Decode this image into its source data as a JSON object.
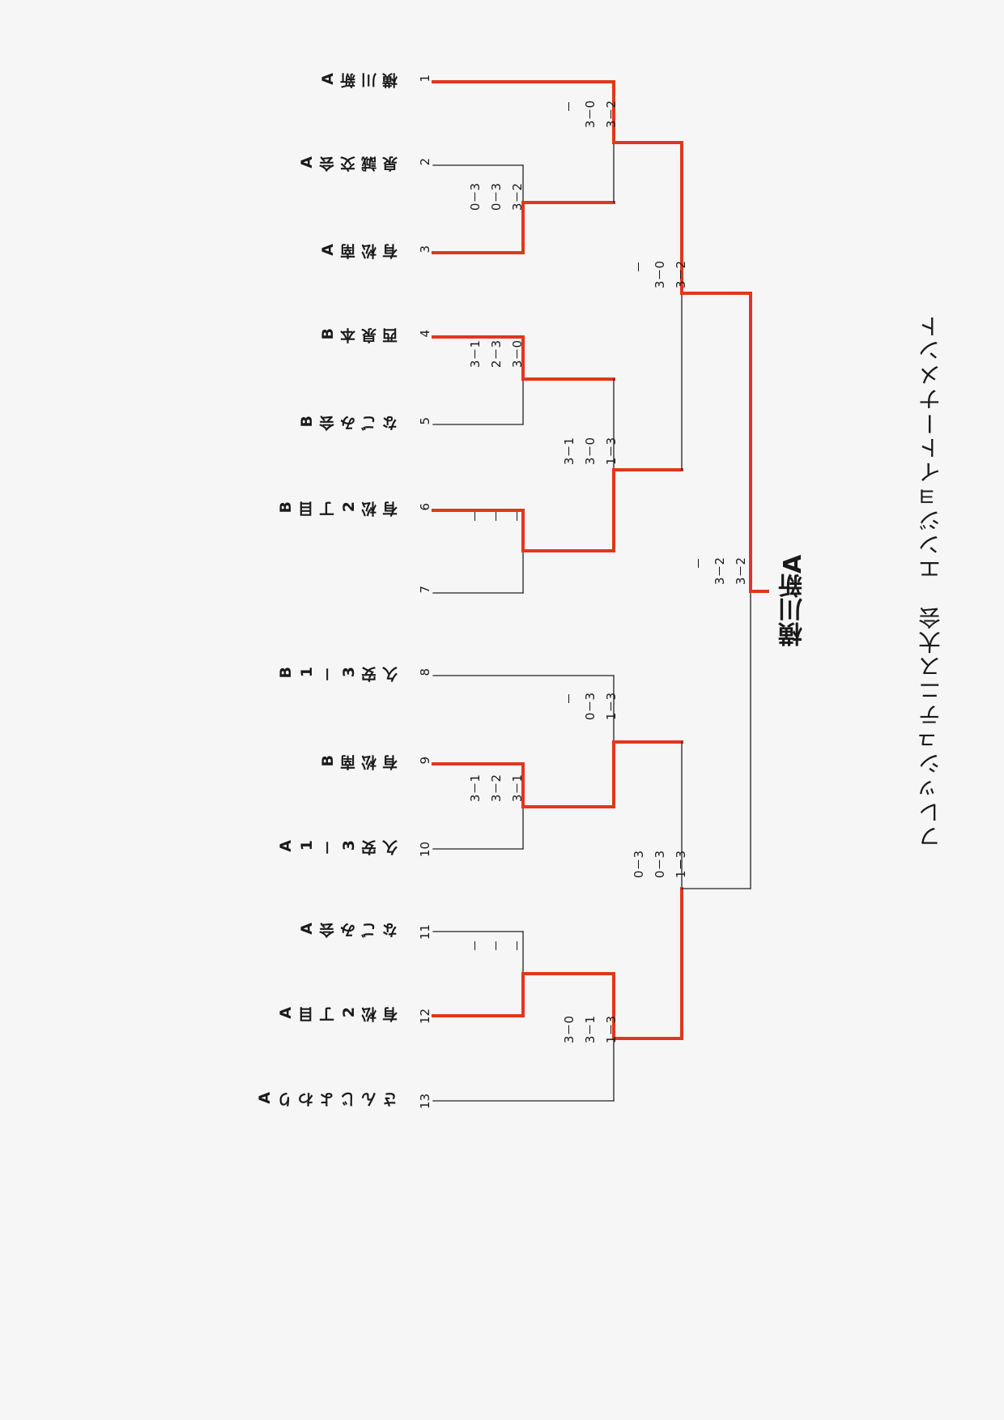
{
  "title": "フレッシュテニス大会　エンジョイトーナメント",
  "champion": "横川新A",
  "colors": {
    "winner_line": "#e0381b",
    "line": "#222222",
    "champion_text": "#e0381b"
  },
  "teams": [
    {
      "no": "1",
      "name": [
        "横",
        "川",
        "新",
        "A"
      ]
    },
    {
      "no": "2",
      "name": [
        "泉",
        "誠",
        "交",
        "会",
        "A"
      ]
    },
    {
      "no": "3",
      "name": [
        "有",
        "松",
        "南",
        "A"
      ]
    },
    {
      "no": "4",
      "name": [
        "西",
        "泉",
        "本",
        "B"
      ]
    },
    {
      "no": "5",
      "name": [
        "な",
        "ご",
        "み",
        "会",
        "B"
      ]
    },
    {
      "no": "6",
      "name": [
        "有",
        "松",
        "2",
        "丁",
        "目",
        "B"
      ]
    },
    {
      "no": "7",
      "name": []
    },
    {
      "no": "8",
      "name": [
        "久",
        "安",
        "3",
        "－",
        "1",
        "B"
      ]
    },
    {
      "no": "9",
      "name": [
        "有",
        "松",
        "南",
        "B"
      ]
    },
    {
      "no": "10",
      "name": [
        "久",
        "安",
        "3",
        "－",
        "1",
        "A"
      ]
    },
    {
      "no": "11",
      "name": [
        "な",
        "ご",
        "み",
        "会",
        "A"
      ]
    },
    {
      "no": "12",
      "name": [
        "有",
        "松",
        "2",
        "丁",
        "目",
        "A"
      ]
    },
    {
      "no": "13",
      "name": [
        "さ",
        "ん",
        "じ",
        "よ",
        "わ",
        "り",
        "A"
      ]
    }
  ],
  "scores": [
    [
      "3－2",
      "3－0",
      "－"
    ],
    [
      "3－2",
      "0－3",
      "0－3"
    ],
    [
      "3－0",
      "2－3",
      "3－1"
    ],
    [
      "1－3",
      "3－0",
      "3－1"
    ],
    [
      "－",
      "－",
      "－"
    ],
    [
      "1－3",
      "0－3",
      "－"
    ],
    [
      "3－1",
      "3－2",
      "3－1"
    ],
    [
      "－",
      "－",
      "－"
    ],
    [
      "1－3",
      "3－1",
      "3－0"
    ],
    [
      "3－2",
      "3－2",
      "－"
    ],
    [
      "1－3",
      "0－3",
      "0－3"
    ],
    [
      "3－2",
      "3－0",
      "－"
    ]
  ]
}
